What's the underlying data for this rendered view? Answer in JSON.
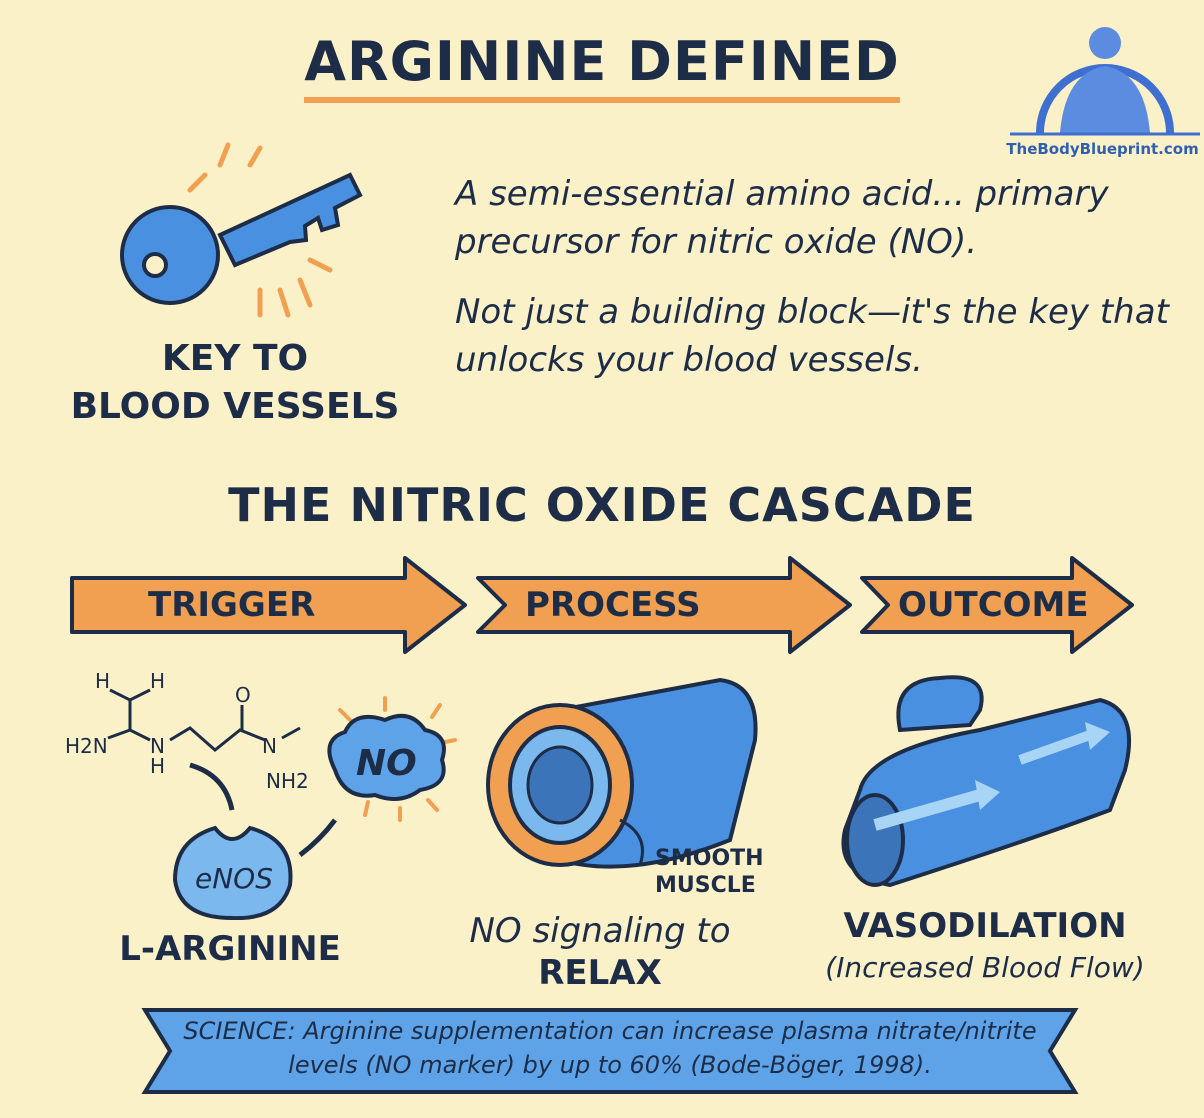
{
  "header": {
    "title": "ARGININE DEFINED"
  },
  "logo": {
    "text": "TheBodyBlueprint.com"
  },
  "key_section": {
    "caption_line1": "KEY TO",
    "caption_line2": "BLOOD VESSELS",
    "icon": "key-icon"
  },
  "definition": {
    "paragraph1": "A semi-essential amino acid... primary precursor for nitric oxide (NO).",
    "paragraph2": "Not just a building block—it's the key that unlocks your blood vessels."
  },
  "cascade": {
    "title": "THE NITRIC OXIDE CASCADE",
    "steps": [
      {
        "label": "TRIGGER",
        "caption": "L-ARGININE"
      },
      {
        "label": "PROCESS",
        "caption_line1": "NO signaling to",
        "caption_line2": "RELAX"
      },
      {
        "label": "OUTCOME",
        "caption_line1": "VASODILATION",
        "caption_line2": "(Increased Blood Flow)"
      }
    ],
    "molecule": {
      "h1": "H",
      "h2": "H",
      "h2n": "H2N",
      "n": "N",
      "h": "H",
      "o": "O",
      "n2": "N",
      "nh2": "NH2"
    },
    "enzyme": "eNOS",
    "no_cloud": "NO",
    "vessel_label_line1": "SMOOTH",
    "vessel_label_line2": "MUSCLE"
  },
  "banner": {
    "text": "SCIENCE: Arginine supplementation can increase plasma nitrate/nitrite levels (NO marker) by up to 60% (Bode-Böger, 1998)."
  },
  "colors": {
    "background": "#fbf1c8",
    "ink": "#1d2d48",
    "orange": "#f0a050",
    "blue": "#4a90e0"
  }
}
